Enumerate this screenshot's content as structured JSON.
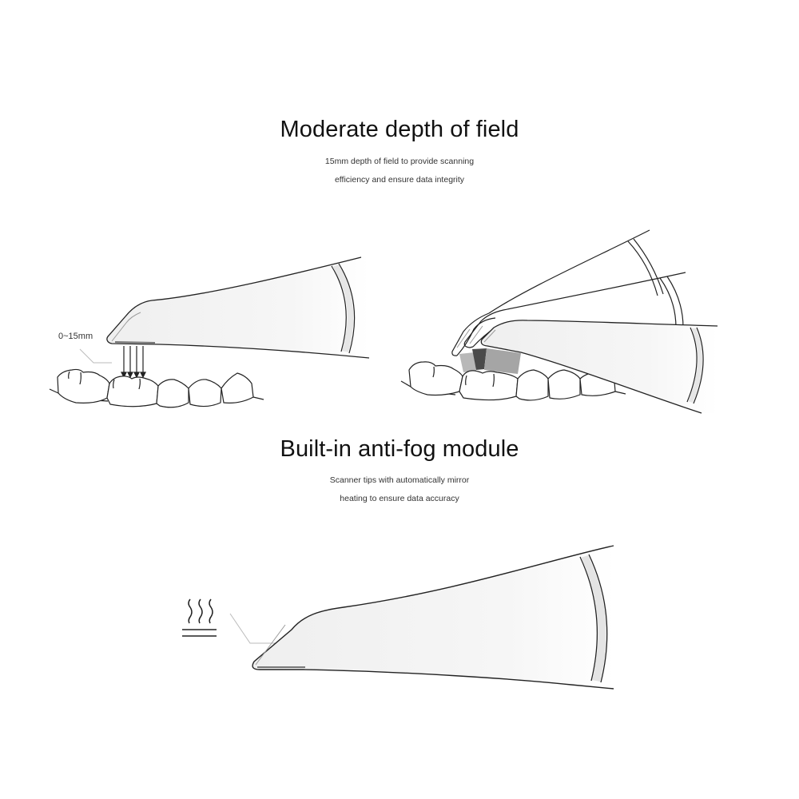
{
  "sections": [
    {
      "title": "Moderate depth of field",
      "description_lines": [
        "15mm depth of field to provide scanning",
        "efficiency and ensure data integrity"
      ],
      "illustrations": [
        {
          "name": "scanner-tip-depth-diagram",
          "label": "0~15mm",
          "icons": [
            "scanner-tip-icon",
            "scan-arrows-icon",
            "teeth-icon"
          ]
        },
        {
          "name": "scanner-angles-diagram",
          "icons": [
            "scanner-tip-icon",
            "scan-field-icon",
            "teeth-icon"
          ]
        }
      ]
    },
    {
      "title": "Built-in anti-fog module",
      "description_lines": [
        "Scanner tips with automatically mirror",
        "heating to ensure data accuracy"
      ],
      "illustrations": [
        {
          "name": "anti-fog-scanner-diagram",
          "icons": [
            "heat-icon",
            "scanner-tip-icon"
          ]
        }
      ]
    }
  ],
  "colors": {
    "background": "#ffffff",
    "line": "#222222",
    "scan_light": "#b5b5b5",
    "scan_dark": "#4a4a4a",
    "scan_mid": "#a2a2a2",
    "tip_fill": "#f2f2f2",
    "band_fill": "#e4e4e4"
  }
}
